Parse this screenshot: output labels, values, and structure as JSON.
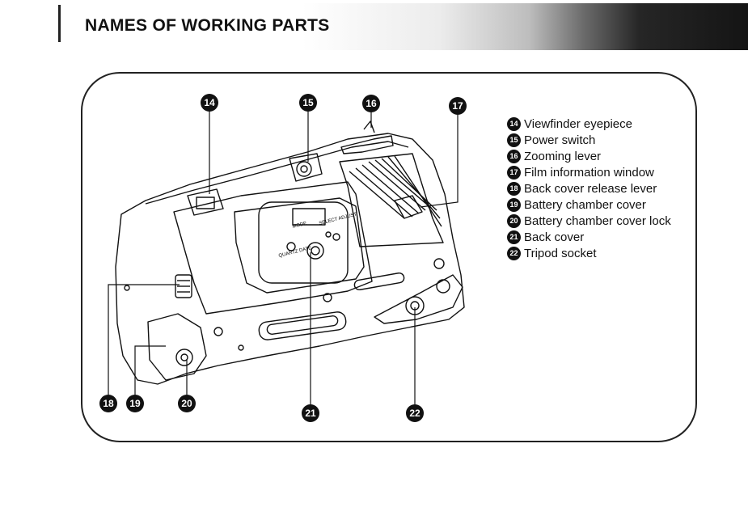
{
  "page_title": "NAMES OF WORKING PARTS",
  "callouts": [
    {
      "number": "14",
      "label": "Viewfinder eyepiece"
    },
    {
      "number": "15",
      "label": "Power switch"
    },
    {
      "number": "16",
      "label": "Zooming lever"
    },
    {
      "number": "17",
      "label": "Film information window"
    },
    {
      "number": "18",
      "label": "Back cover release lever"
    },
    {
      "number": "19",
      "label": "Battery chamber cover"
    },
    {
      "number": "20",
      "label": "Battery chamber cover lock"
    },
    {
      "number": "21",
      "label": "Back cover"
    },
    {
      "number": "22",
      "label": "Tripod socket"
    }
  ],
  "camera_labels": {
    "mode": "MODE",
    "select_adjust": "SELECT ADJUST",
    "quartz_date": "QUARTZ DATE"
  }
}
